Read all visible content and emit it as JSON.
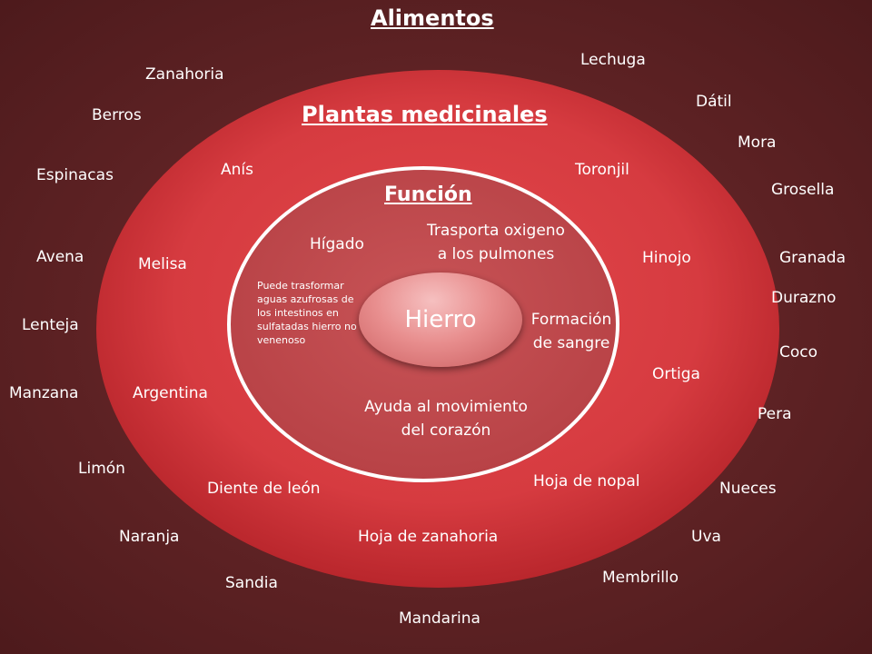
{
  "titles": {
    "alimentos": "Alimentos",
    "plantas": "Plantas medicinales",
    "funcion": "Función",
    "hub": "Hierro"
  },
  "alimentos": [
    "Zanahoria",
    "Lechuga",
    "Dátil",
    "Berros",
    "Mora",
    "Espinacas",
    "Grosella",
    "Avena",
    "Granada",
    "Durazno",
    "Lenteja",
    "Coco",
    "Manzana",
    "Pera",
    "Limón",
    "Nueces",
    "Naranja",
    "Uva",
    "Sandia",
    "Membrillo",
    "Mandarina"
  ],
  "plantas": [
    "Anís",
    "Toronjil",
    "Melisa",
    "Hinojo",
    "Argentina",
    "Ortiga",
    "Diente de león",
    "Hoja de nopal",
    "Hoja de zanahoria"
  ],
  "funcion": {
    "higado": "Hígado",
    "oxigeno_1": "Trasporta oxigeno",
    "oxigeno_2": "a los pulmones",
    "sangre_1": "Formación",
    "sangre_2": "de sangre",
    "corazon_1": "Ayuda al movimiento",
    "corazon_2": "del corazón",
    "nota": "Puede trasformar aguas azufrosas de los intestinos en sulfatadas hierro no venenoso"
  }
}
